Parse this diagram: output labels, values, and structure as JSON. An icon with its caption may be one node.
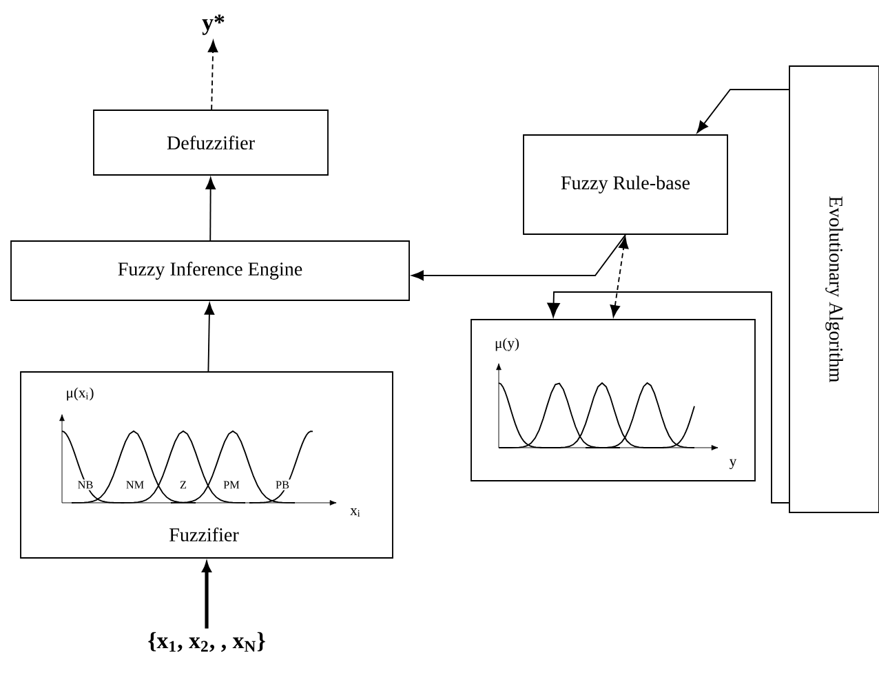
{
  "diagram": {
    "nodes": [
      {
        "text": [
          "y*"
        ]
      },
      {
        "text": [
          "Defuzzifier"
        ]
      },
      {
        "text": [
          "Fuzzy Inference Engine"
        ]
      },
      {
        "text": [
          "Fuzzy Rule-base"
        ]
      },
      {
        "text": [
          "μ(y)",
          "y"
        ]
      },
      {
        "text": [
          "μ(x$_{i}$)",
          "NB",
          "NM",
          "Z",
          "PM",
          "PB",
          "x$_{i}$",
          "Fuzzifier"
        ]
      },
      {
        "text": [
          "Evolutionary Algorithm"
        ]
      },
      {
        "text": [
          "{x$_{1}$, x$_{2}$, , x$_{N}$}"
        ]
      }
    ],
    "edges": [
      {
        "from": 1,
        "to": 0,
        "arrow": "to",
        "style": "dashed"
      },
      {
        "from": 2,
        "to": 1,
        "arrow": "to"
      },
      {
        "from": 5,
        "to": 2,
        "arrow": "to"
      },
      {
        "from": 7,
        "to": 5,
        "arrow": "to",
        "style": "thick"
      },
      {
        "from": 3,
        "to": 2,
        "arrow": "to"
      },
      {
        "from": 4,
        "to": 3,
        "arrow": "both",
        "style": "dashed"
      },
      {
        "from": 6,
        "to": 3,
        "arrow": "to"
      },
      {
        "from": 6,
        "to": 4,
        "arrow": "to"
      }
    ]
  }
}
